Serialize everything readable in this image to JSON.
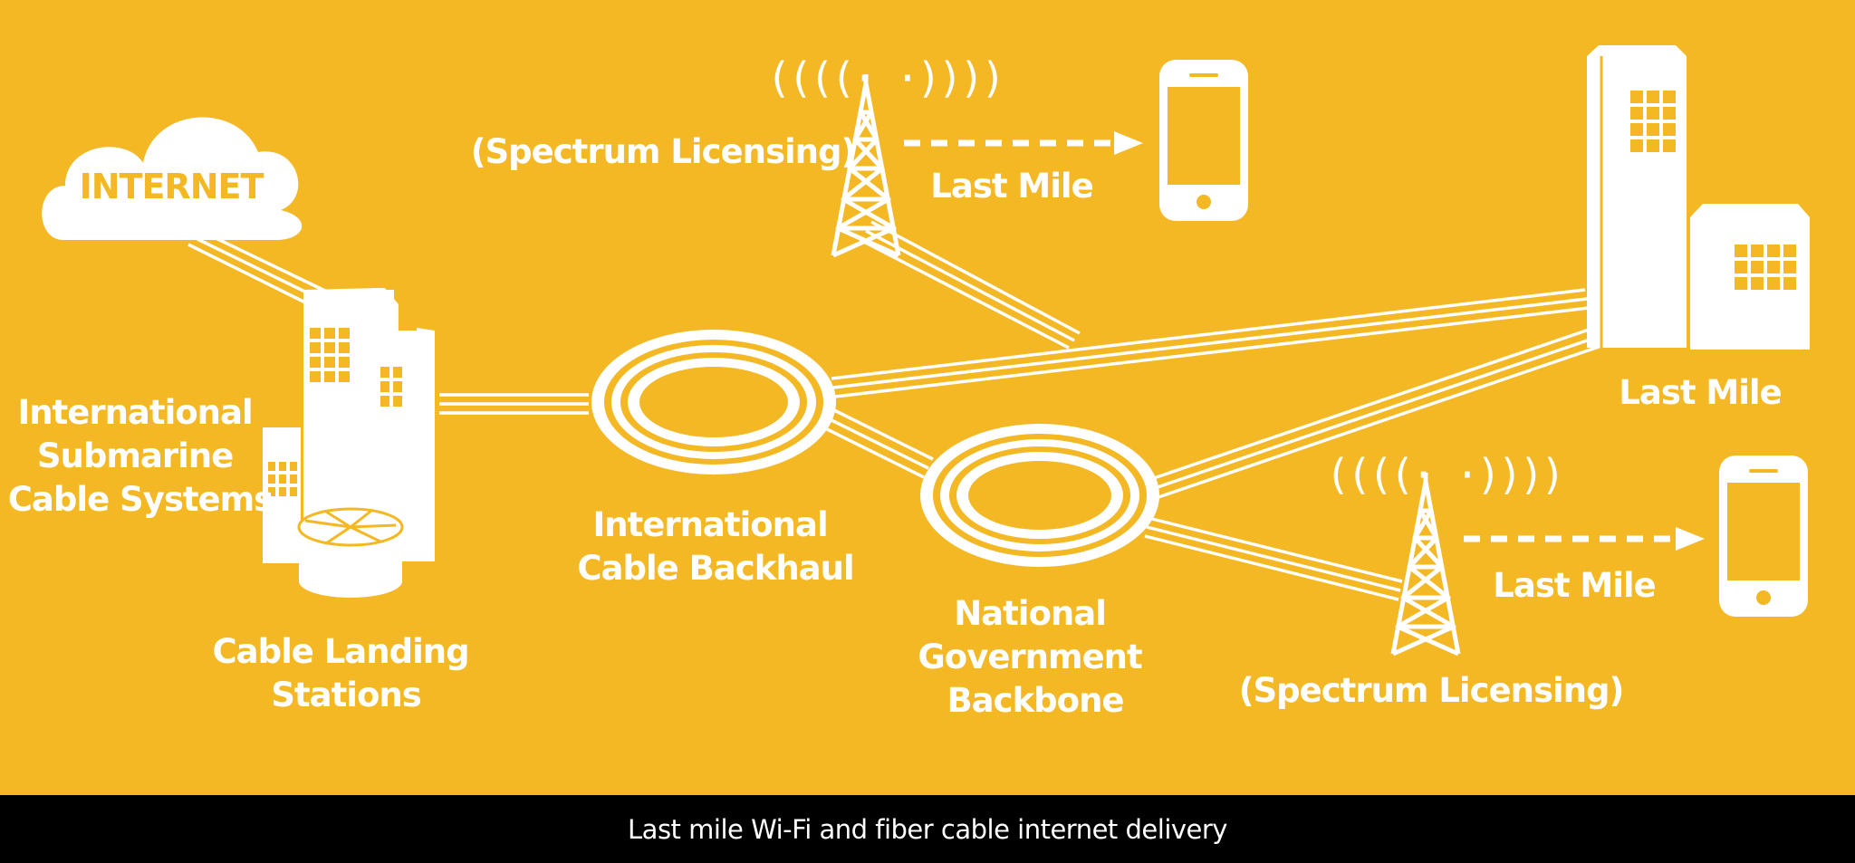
{
  "colors": {
    "background": "#F3B823",
    "foreground": "#FFFFFF",
    "caption_bar": "#000000"
  },
  "nodes": {
    "internet": "INTERNET",
    "submarine": [
      "International",
      "Submarine",
      "Cable Systems"
    ],
    "landing": [
      "Cable Landing",
      "Stations"
    ],
    "backhaul": [
      "International",
      "Cable Backhaul"
    ],
    "national": [
      "National",
      "Government",
      "Backbone"
    ],
    "spectrum_top": "(Spectrum Licensing)",
    "spectrum_bottom": "(Spectrum Licensing)",
    "last_mile_top": "Last Mile",
    "last_mile_buildings": "Last Mile",
    "last_mile_bottom": "Last Mile"
  },
  "icons": [
    "cloud-icon",
    "data-center-icon",
    "cell-tower-icon",
    "smartphone-icon",
    "office-building-icon",
    "cable-ring-icon"
  ],
  "caption": "Last mile Wi-Fi and fiber cable internet delivery"
}
